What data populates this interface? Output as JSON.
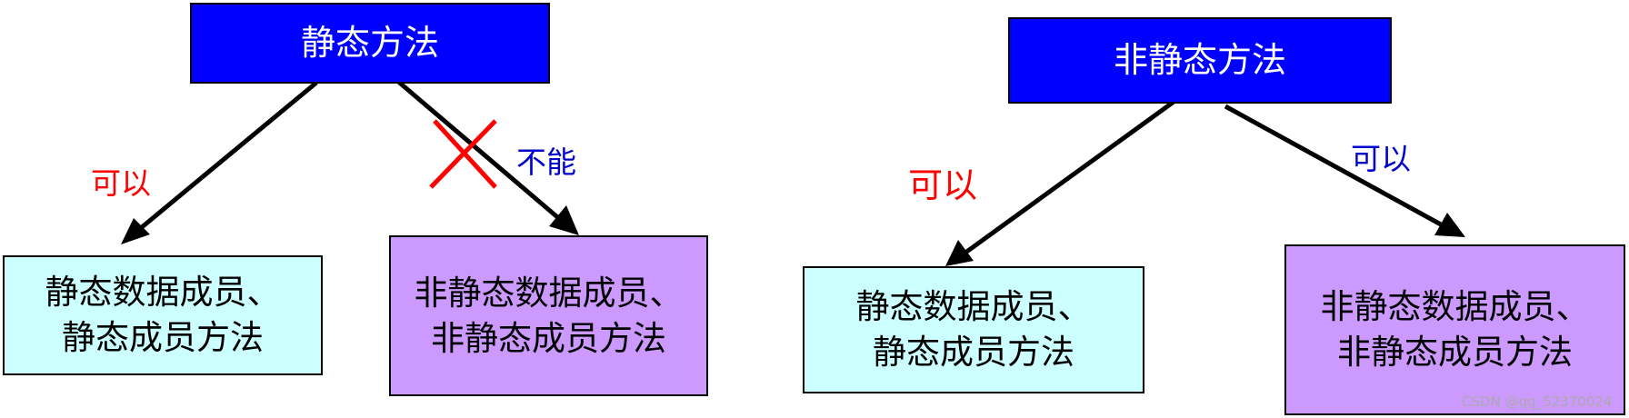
{
  "colors": {
    "method_box": "#0000ff",
    "static_member_box": "#ccffff",
    "nonstatic_member_box": "#cc99ff",
    "allowed_left_label": "#ff0000",
    "allowed_right_label": "#0000cc",
    "forbidden_label": "#0000cc",
    "cross_mark": "#ff0000",
    "watermark": "#aaaaaa"
  },
  "left": {
    "method": "静态方法",
    "static_members": [
      "静态数据成员、",
      "静态成员方法"
    ],
    "nonstatic_members": [
      "非静态数据成员、",
      "非静态成员方法"
    ],
    "allowed_label": "可以",
    "forbidden_label": "不能"
  },
  "right": {
    "method": "非静态方法",
    "static_members": [
      "静态数据成员、",
      "静态成员方法"
    ],
    "nonstatic_members": [
      "非静态数据成员、",
      "非静态成员方法"
    ],
    "allowed_label_static": "可以",
    "allowed_label_nonstatic": "可以"
  },
  "watermark": "CSDN @qq_52370024"
}
